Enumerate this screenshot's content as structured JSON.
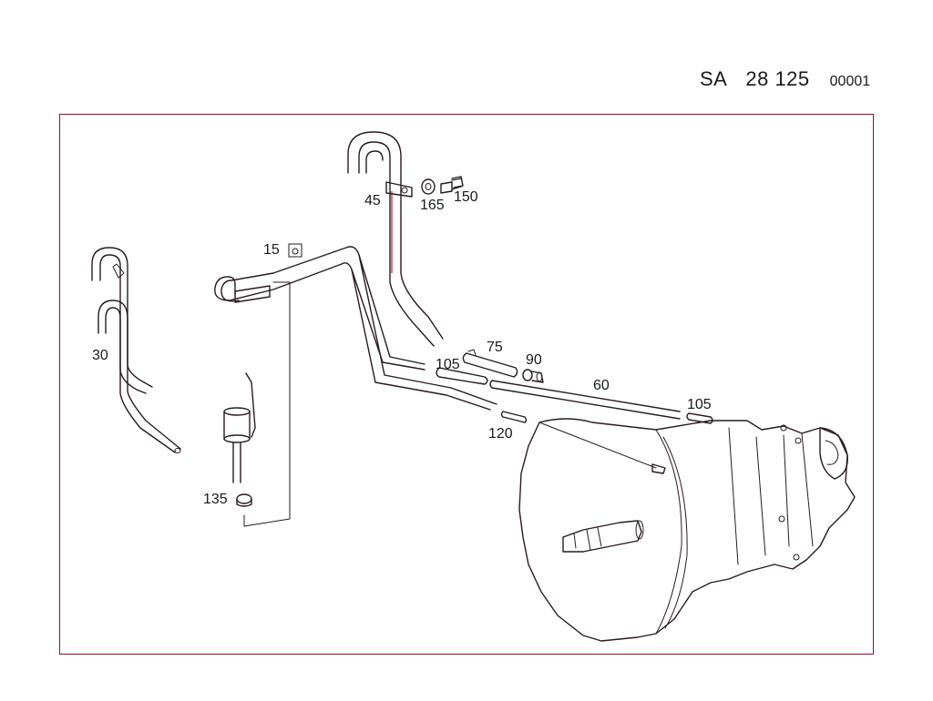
{
  "header": {
    "prefix": "SA",
    "number": "28 125",
    "suffix": "00001"
  },
  "callouts": {
    "p15": "15",
    "p30": "30",
    "p45": "45",
    "p60": "60",
    "p75": "75",
    "p90": "90",
    "p105a": "105",
    "p105b": "105",
    "p120": "120",
    "p135": "135",
    "p150": "150",
    "p165": "165"
  },
  "colors": {
    "frame": "#7a1a2a",
    "line": "#2a1a1e"
  }
}
